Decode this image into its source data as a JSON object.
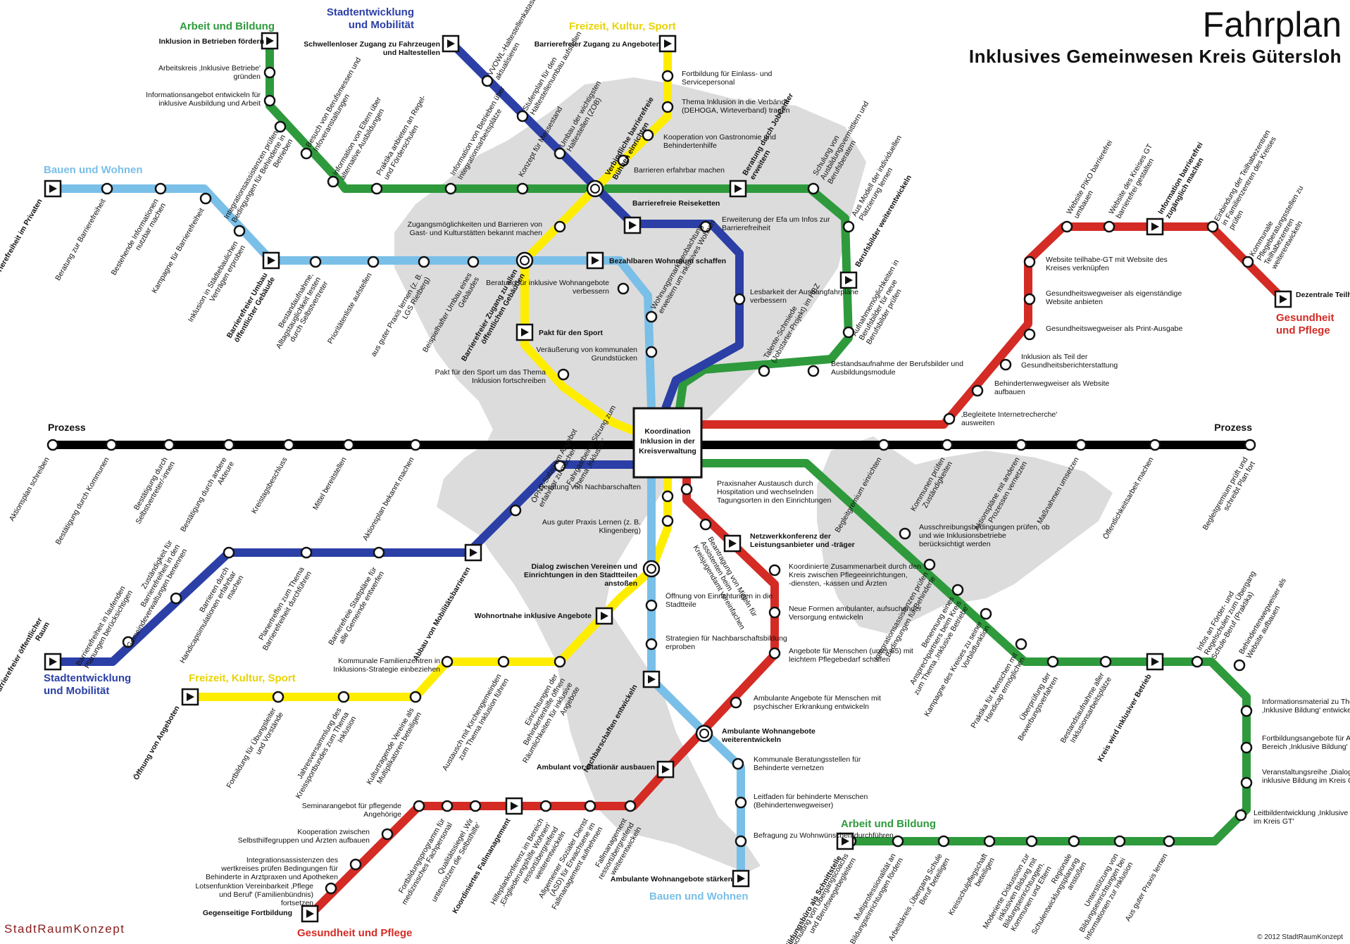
{
  "title": "Fahrplan",
  "subtitle": "Inklusives Gemeinwesen Kreis Gütersloh",
  "hub_label": "Koordination Inklusion in der Kreisverwaltung",
  "process_left": "Prozess",
  "process_right": "Prozess",
  "logo": "StadtRaumKonzept",
  "copyright": "© 2012 StadtRaumKonzept",
  "colors": {
    "green": "#2e9a3c",
    "blue": "#2b3fa6",
    "yellow": "#ffed00",
    "red": "#d42b25",
    "lightblue": "#79bfe8",
    "black": "#000000",
    "gray": "#dcdcdc"
  },
  "line_names": {
    "green_top": "Arbeit und Bildung",
    "blue_top": "Stadtentwicklung und Mobilität",
    "yellow_top": "Freizeit, Kultur, Sport",
    "lightblue_left": "Bauen und Wohnen",
    "red_right": "Gesundheit und Pflege",
    "blue_left": "Stadtentwicklung und Mobilität",
    "yellow_left": "Freizeit, Kultur, Sport",
    "green_bottom": "Arbeit und Bildung",
    "lightblue_bottom": "Bauen und Wohnen",
    "red_bottom": "Gesundheit und Pflege"
  },
  "labels": {
    "g1": "Inklusion in Betrieben fördern",
    "g2": "Arbeitskreis ‚Inklusive Betriebe' gründen",
    "g3": "Informationsangebot entwickeln für inklusive Ausbildung und Arbeit",
    "g4": "Integrationsassistenzen prüfen Bedingungen für Behinderte in Betrieben",
    "g5": "Besuch von Berufsmessen und Infoveranstaltungen",
    "g6": "Information von Eltern über alternative Ausbildungen",
    "g7": "Praktika anbieten an Regel- und Förderschulen",
    "g8": "Information von Betrieben über Integrationsarbeitsplätze",
    "g9": "Konzept für Messestand",
    "g10": "Beratung durch JobCenter erweitern",
    "g11": "Schulung von Ausbildungsvermittlern und Berufsberatern",
    "g12": "Aus Modell der individuellen Platzierung lernen",
    "g13": "Berufsbilder weiterentwickeln",
    "g14": "Aufnahmemöglichkeiten in Berufsbilder für neue Berufsbilder prüfen",
    "g15": "Bestandsaufnahme der Berufsbilder und Ausbildungsmodule",
    "g16": "Talente-Schmiede (Jobstarter-Projekt) im HBZ",
    "b1": "Schwellenloser Zugang zu Fahrzeugen und Haltestellen",
    "b2": "VVOWL-Haltestellenkataster aktualisieren",
    "b3": "Stufenplan für den Haltestellenumbau aufstellen",
    "b4": "Umbau der wichtigsten Haltestellen (ZOB)",
    "b5": "Barrierefreie Reiseketten",
    "b6": "Erweiterung der Efa um Infos zur Barrierefreiheit",
    "b7": "Lesbarkeit der Aushangfahrpläne verbessern",
    "y1": "Barrierefreier Zugang zu Angeboten",
    "y2": "Fortbildung für Einlass- und Servicepersonal",
    "y3": "Thema Inklusion in die Verbände (DEHOGA, Wirteverband) tragen",
    "y4": "Kooperation von Gastronomie und Behindertenhilfe",
    "y5": "Barrieren erfahrbar machen",
    "y6": "Verbindliche barrierefreie Bühnen einrichten",
    "y7": "Zugangsmöglichkeiten und Barrieren von Gast- und Kulturstätten bekannt machen",
    "y8": "Barrierefreier Zugang zu allen öffentlichen Gebäuden",
    "y9": "Pakt für den Sport",
    "y10": "Pakt für den Sport um das Thema Inklusion fortschreiben",
    "l1": "Barrierefreiheit im Privaten",
    "l2": "Beratung zur Barrierefreiheit",
    "l3": "Bestehende Informationen nutzbar machen",
    "l4": "Kampagne für Barrierefreiheit",
    "l5": "Inklusion in Städtebaulichen Verträgen erproben",
    "l6": "Barrierefreier Umbau öffentlicher Gebäude",
    "l7": "Bestandaufnahme, Alltagstauglichkeit testen durch Selbstvertreter",
    "l8": "Prioritätenliste aufstellen",
    "l9": "aus guter Praxis lernen (z. B. LGS Rietberg)",
    "l10": "Beispielhafter Umbau eines Gebäudes",
    "l11": "Bezahlbaren Wohnraum schaffen",
    "l12": "Beratung für inklusive Wohnangebote verbessern",
    "l13": "Wohnungsmarktbeobachtung erweitern um inklusives Wohnen",
    "l14": "Veräußerung von kommunalen Grundstücken",
    "r1": "Dezentrale Teilhabezentren",
    "r2": "Kommunale Pflegeberatungsstellen zu Teilhabezentren weiterentwickeln",
    "r3": "Einbindung der Teilhabezentren in Familienzentren des Kreises prüfen",
    "r4": "Information barrierefrei zugänglich machen",
    "r5": "Website des Kreises GT barrierefrei gestalten",
    "r6": "Website PIKO barrierefrei umbauen",
    "r7": "Website teilhabe-GT mit Website des Kreises verknüpfen",
    "r8": "Gesundheitswegweiser als eigenständige Website anbieten",
    "r9": "Gesundheitswegweiser als Print-Ausgabe",
    "r10": "Inklusion als Teil der Gesundheitsberichterstattung",
    "r11": "Behindertenwegweiser als Website aufbauen",
    "r12": "‚Begleitete Internetrecherche' ausweiten",
    "p1": "Aktionsplan schreiben",
    "p2": "Bestätigung durch Kommunen",
    "p3": "Bestätigung durch Selbstvertreter/-innen",
    "p4": "Bestätigung durch andere Akteure",
    "p5": "Kreistagsbeschluss",
    "p6": "Mittel bereitstellen",
    "p7": "Aktionsplan bekannt machen",
    "p8": "Begleitgremium einrichten",
    "p9": "Kommunen prüfen Zuständigkeiten",
    "p10": "Aktionspläne mit anderen Prozessen vernetzen",
    "p11": "Maßnahmen umsetzen",
    "p12": "Öffentlichkeitsarbeit machen",
    "p13": "Begleitgremium prüft und schreibt Plan fort",
    "sb1": "Barrierefreier öffentlicher Raum",
    "sb2": "Barrierefreiheit in laufenden Planungen berücksichtigen",
    "sb3": "Zuständigkeit für Barrierefreiheit in den Gemeindeverwaltungen benennen",
    "sb4": "Barrieren durch Handicapsimulationen erfahrbar machen",
    "sb5": "Planertreffen zum Thema Barrierefreiheit durchführen",
    "sb6": "Barrierefreie Stadtpläne für alle Gemeinde entwerfen",
    "sb7": "Abbau von Mobilitätsbarrieren",
    "sb8": "ÖPNV-Safari um Angebot erfahrbar zu machen",
    "sb9": "Fahrgastbeirat-Sitzung zum Thema ‚Inklusion'",
    "yb1": "Öffnung von Angeboten",
    "yb2": "Fortbildung für Übungsleiter und Vorstände",
    "yb3": "Jahresversammlung des Kreissportbundes zum Thema Inklusion",
    "yb4": "Kulturtragende Vereine als Multiplikatoren beteiligen",
    "yb5": "Kommunale Familienzentren in Inklusions-Strategie einbeziehen",
    "yb6": "Austausch mit Kirchengemeinden zum Thema Inklusion führen",
    "yb7": "Einrichtungen der Behindertenhilfe öffnen Räumlichkeiten für inklusive Angebote",
    "yb8": "Wohnortnahe inklusive Angebote",
    "yb9": "Dialog zwischen Vereinen und Einrichtungen in den Stadtteilen anstoßen",
    "yb10": "Aus guter Praxis Lernen (z. B. Klingenberg)",
    "yb11": "Beratung von Nachbarschaften",
    "lb1": "Öffnung von Einrichtungen in die Stadtteile",
    "lb2": "Strategien für Nachbarschaftsbildung erproben",
    "lb3": "Nachbarschaften entwickeln",
    "lb4": "Kommunale Beratungsstellen für Behinderte vernetzen",
    "lb5": "Leitfaden für behinderte Menschen (Behindertenwegweiser)",
    "lb6": "Befragung zu Wohnwünschen durchführen",
    "lb7": "Ambulante Wohnangebote stärken",
    "rb1": "Praxisnaher Austausch durch Hospitation und wechselnden Tagungsorten in den Einrichtungen",
    "rb2": "Beantragung von Mitteln für Assistenten beim Kreisjugendamt vereinfachen",
    "rb3": "Netzwerkkonferenz der Leistungsanbieter und -träger",
    "rb4": "Koordinierte Zusammenarbeit durch den Kreis zwischen Pflegeeinrichtungen, -diensten, -kassen und Ärzten",
    "rb5": "Neue Formen ambulanter, aufsuchender Versorgung entwickeln",
    "rb6": "Angebote für Menschen (unter 65) mit leichtem Pflegebedarf schaffen",
    "rb7": "Ambulante Angebote für Menschen mit psychischer Erkrankung entwickeln",
    "rb8": "Ambulante Wohnangebote weiterentwickeln",
    "rb9": "Ambulant vor Stationär ausbauen",
    "rb10": "Fallmanagement ressortübergreifend weiterentwickeln",
    "rb11": "Allgemeiner Sozialer Dienst (ASD) für Erwachsene im Fallmanagement aufnehmen",
    "rb12": "Hilfeplankonferenz im Bereich ‚Eingliederungshilfe Wohnen' ressortübergreifend weiterentwickeln",
    "rb13": "Koordiniertes Fallmanagement",
    "rb14": "Qualitätssiegel ‚Wir unterstützen die Selbsthilfe'",
    "rb15": "Fortbildungsprogramm für medizinisches Fachpersonal",
    "rb16": "Seminarangebot für pflegende Angehörige",
    "rb17": "Kooperation zwischen Selbsthilfegruppen und Ärzten aufbauen",
    "rb18": "Integrationsassistenzen des wertkreises prüfen Bedingungen für Behinderte in Arztpraxen und Apotheken",
    "rb19": "Lotsenfunktion Vereinbarkeit ‚Pflege und Beruf' (Familienbündnis) fortsetzen",
    "rb20": "Gegenseitige Fortbildung",
    "gb1": "Ausschreibungsbedingungen prüfen, ob und wie Inklusionsbetriebe berücksichtigt werden",
    "gb2": "Integrationsassistenzen prüfen Bedingungen für Behinderte",
    "gb3": "Benennung eines Ansprechpartners beim Kreis zum Thema ‚Inklusive Betriebe'",
    "gb4": "Kampagne des Kreises zu seiner Vorbildfunktion",
    "gb5": "Praktika für Menschen mit Handicap ermöglichen",
    "gb6": "Überprüfung der Bewerbungsverfahren",
    "gb7": "Bestandsaufnahme aller Inklusionsarbeitsplätze",
    "gb8": "Kreis wird inklusiver Betrieb",
    "gb9": "Infos an Förder- und Regelschulen zum Übergang Schule-Beruf (Praktika)",
    "gb10": "Behindertenwegweiser als Website aufbauen",
    "gb11": "Informationsmaterial zu Thema ‚Inklusive Bildung' entwickeln",
    "gb12": "Fortbildungsangebote für Akteure im Bereich ‚Inklusive Bildung'",
    "gb13": "Veranstaltungsreihe ‚Dialog über inklusive Bildung im Kreis GT'",
    "gb14": "Leitbildentwicklung ‚Inklusive Bildung im Kreis GT'",
    "gb15": "Aus guter Praxis lernen",
    "gb16": "Unterstützung von Bildungseinrichtungen bei Informationen zur Inklusion",
    "gb17": "Regionale Schulentwicklungsplanung anstoßen",
    "gb18": "Moderierte Diskussion zur inklusiven Bildung mit Bildungseinrichtungen, Kommunen und Eltern",
    "gb19": "Kreisschulpflegschaft beteiligen",
    "gb20": "Arbeitskreis ‚Übergang Schule Beruf' beteiligen",
    "gb21": "Multiprofessionalität an Bildungseinrichtungen fördern",
    "gb22": "Schulung von Übergangscoachs und Berufswegebegleitern",
    "gb23": "Bildungsbüro als Schnittstelle"
  }
}
